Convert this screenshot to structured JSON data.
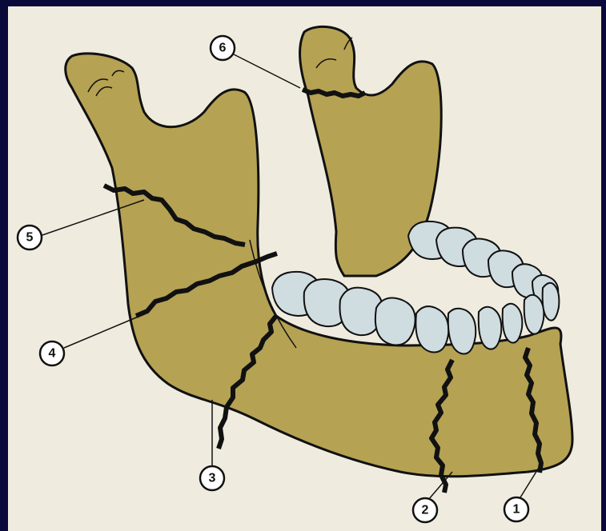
{
  "colors": {
    "background_frame": "#0a0a3a",
    "panel": "#efecdf",
    "bone": "#b5a253",
    "bone_dark": "#8c7d3c",
    "outline": "#111111",
    "teeth": "#cfdce0",
    "fracture_line": "#111111"
  },
  "callouts": {
    "c1": "1",
    "c2": "2",
    "c3": "3",
    "c4": "4",
    "c5": "5",
    "c6": "6"
  }
}
